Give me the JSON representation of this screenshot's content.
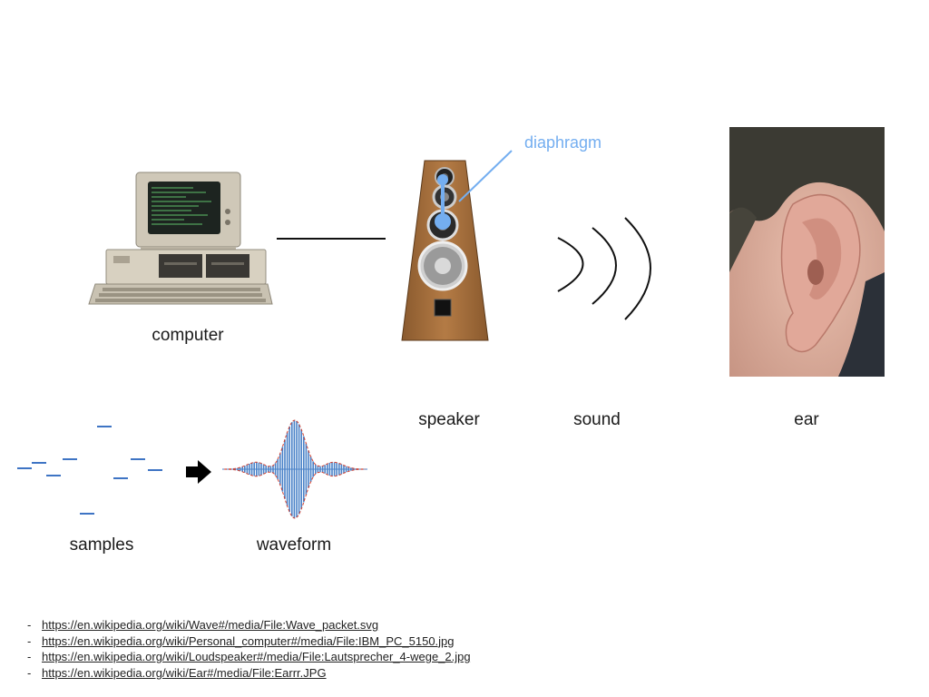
{
  "labels": {
    "computer": "computer",
    "speaker": "speaker",
    "sound": "sound",
    "ear": "ear",
    "diaphragm": "diaphragm",
    "samples": "samples",
    "waveform": "waveform"
  },
  "colors": {
    "accent": "#74aef0",
    "sample_blue": "#3e74c4",
    "wave_blue": "#4a82c8",
    "envelope_red": "#d2402f",
    "ink": "#111111"
  },
  "references": [
    {
      "bullet": "-",
      "text": "https://en.wikipedia.org/wiki/Wave#/media/File:Wave_packet.svg"
    },
    {
      "bullet": "-",
      "text": "https://en.wikipedia.org/wiki/Personal_computer#/media/File:IBM_PC_5150.jpg"
    },
    {
      "bullet": "-",
      "text": "https://en.wikipedia.org/wiki/Loudspeaker#/media/File:Lautsprecher_4-wege_2.jpg"
    },
    {
      "bullet": "-",
      "text": "https://en.wikipedia.org/wiki/Ear#/media/File:Earrr.JPG"
    }
  ]
}
